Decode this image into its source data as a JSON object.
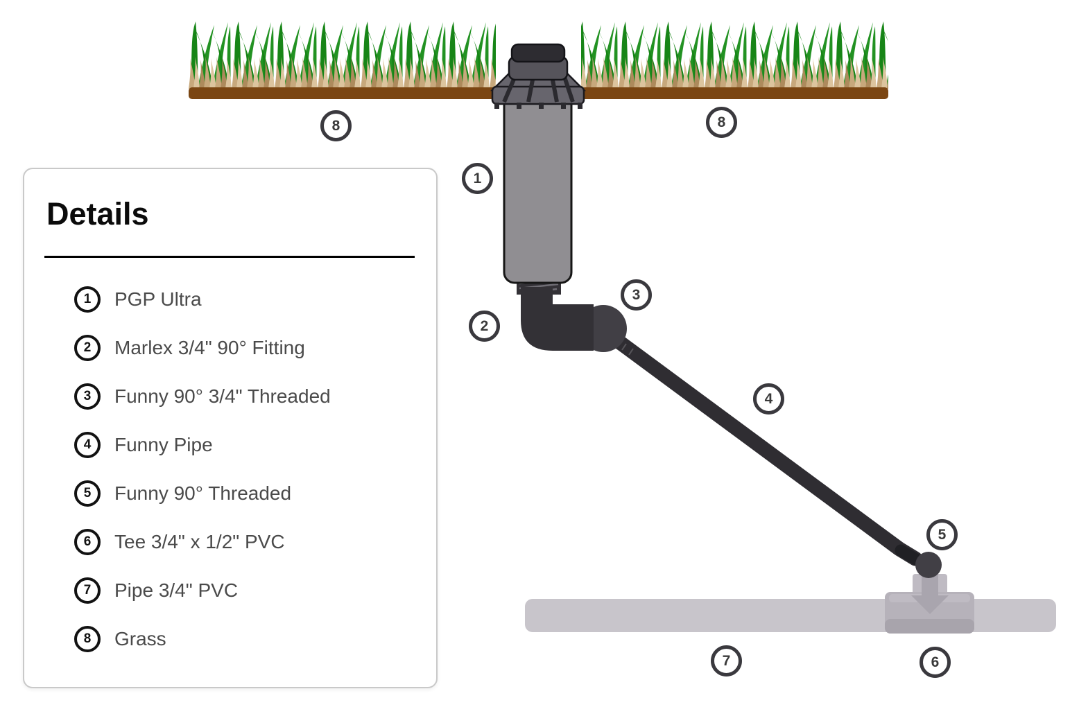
{
  "panel": {
    "title": "Details",
    "items": [
      {
        "num": "1",
        "label": "PGP Ultra"
      },
      {
        "num": "2",
        "label": "Marlex 3/4\" 90° Fitting"
      },
      {
        "num": "3",
        "label": "Funny 90° 3/4\" Threaded"
      },
      {
        "num": "4",
        "label": "Funny Pipe"
      },
      {
        "num": "5",
        "label": "Funny 90° Threaded"
      },
      {
        "num": "6",
        "label": "Tee 3/4\" x 1/2\" PVC"
      },
      {
        "num": "7",
        "label": "Pipe 3/4\" PVC"
      },
      {
        "num": "8",
        "label": "Grass"
      }
    ]
  },
  "diagram": {
    "callouts": [
      {
        "num": "8"
      },
      {
        "num": "8"
      },
      {
        "num": "1"
      },
      {
        "num": "2"
      },
      {
        "num": "3"
      },
      {
        "num": "4"
      },
      {
        "num": "5"
      },
      {
        "num": "6"
      },
      {
        "num": "7"
      }
    ]
  },
  "colors": {
    "green-dark": "#178517",
    "green-mid": "#229222",
    "tan-light": "#dcc49e",
    "tan-mid": "#c7a87c",
    "tan-dark": "#ad8a5c",
    "dirt": "#7b4613",
    "body-gray": "#908e92",
    "cap": "#2d2c31",
    "tier2": "#56545b",
    "flange": "#67656d",
    "rib": "#2b2a2f",
    "fitting": "#333136",
    "ball": "#413f45",
    "funny-pipe": "#2f2d32",
    "coupling": "#202024",
    "pvc": "#c8c5cb",
    "tee-body": "#b6b2ba",
    "tee-stub": "#bfbbc3",
    "tee-band": "#a8a4ac",
    "tee-arrow": "#a9a5ae",
    "callout-border": "#3a393e"
  }
}
